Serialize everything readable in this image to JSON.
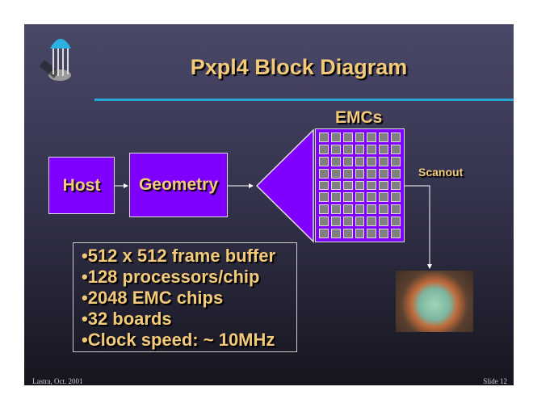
{
  "title": "Pxpl4 Block Diagram",
  "diagram": {
    "emcs_label": "EMCs",
    "host": "Host",
    "geometry": "Geometry",
    "scanout": "Scanout",
    "grid_cols": 7,
    "grid_rows": 9
  },
  "bullets": [
    "512 x 512 frame buffer",
    "128 processors/chip",
    "2048 EMC chips",
    "32 boards",
    "Clock speed: ~ 10MHz"
  ],
  "footer": {
    "left": "Lastra, Oct. 2001",
    "right": "Slide 12"
  }
}
